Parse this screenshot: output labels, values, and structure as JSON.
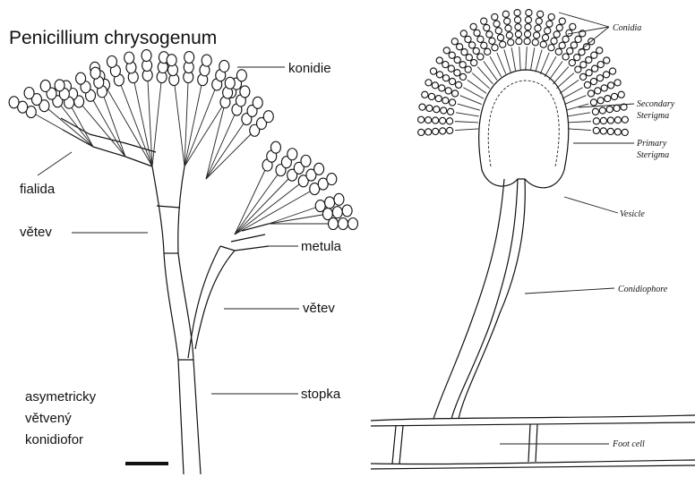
{
  "left_diagram": {
    "title": "Penicillium chrysogenum",
    "labels": {
      "konidie": "konidie",
      "fialida": "fialida",
      "vetev_upper": "větev",
      "metula": "metula",
      "vetev_lower": "větev",
      "stopka": "stopka"
    },
    "caption_lines": [
      "asymetricky",
      "větvený",
      "konidiofor"
    ]
  },
  "right_diagram": {
    "labels": {
      "conidia": "Conidia",
      "secondary_sterigma_1": "Secondary",
      "secondary_sterigma_2": "Sterigma",
      "primary_sterigma_1": "Primary",
      "primary_sterigma_2": "Sterigma",
      "vesicle": "Vesicle",
      "conidiophore": "Conidiophore",
      "foot_cell": "Foot cell"
    }
  },
  "colors": {
    "ink": "#111111",
    "background": "#ffffff"
  }
}
